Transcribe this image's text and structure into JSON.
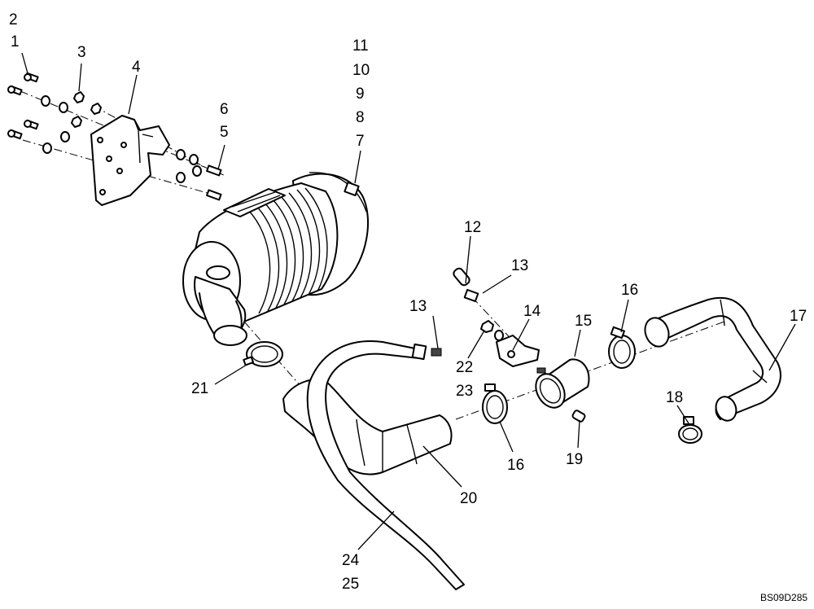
{
  "diagram": {
    "callouts": {
      "c1": "1",
      "c2": "2",
      "c3": "3",
      "c4": "4",
      "c5": "5",
      "c6": "6",
      "c7": "7",
      "c8": "8",
      "c9": "9",
      "c10": "10",
      "c11": "11",
      "c12": "12",
      "c13a": "13",
      "c13b": "13",
      "c14": "14",
      "c15": "15",
      "c16a": "16",
      "c16b": "16",
      "c17": "17",
      "c18": "18",
      "c19": "19",
      "c20": "20",
      "c21": "21",
      "c22": "22",
      "c23": "23",
      "c24": "24",
      "c25": "25"
    },
    "drawing_code": "BS09D285"
  }
}
